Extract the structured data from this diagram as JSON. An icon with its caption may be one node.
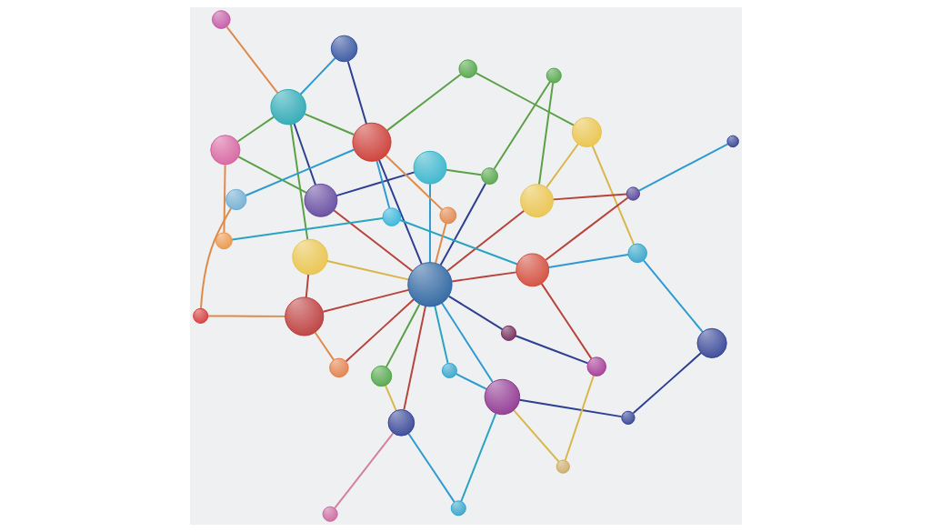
{
  "diagram": {
    "nodes": [
      {
        "text": [],
        "shape": "circle"
      },
      {
        "text": [],
        "shape": "circle"
      },
      {
        "text": [],
        "shape": "circle"
      },
      {
        "text": [],
        "shape": "circle"
      },
      {
        "text": [],
        "shape": "circle"
      },
      {
        "text": [],
        "shape": "circle"
      },
      {
        "text": [],
        "shape": "circle"
      },
      {
        "text": [],
        "shape": "circle"
      },
      {
        "text": [],
        "shape": "circle"
      },
      {
        "text": [],
        "shape": "circle"
      },
      {
        "text": [],
        "shape": "circle"
      },
      {
        "text": [],
        "shape": "circle"
      },
      {
        "text": [],
        "shape": "circle"
      },
      {
        "text": [],
        "shape": "circle"
      },
      {
        "text": [],
        "shape": "circle"
      },
      {
        "text": [],
        "shape": "circle"
      },
      {
        "text": [],
        "shape": "circle"
      },
      {
        "text": [],
        "shape": "circle"
      },
      {
        "text": [],
        "shape": "circle"
      },
      {
        "text": [],
        "shape": "circle"
      },
      {
        "text": [],
        "shape": "circle"
      },
      {
        "text": [],
        "shape": "circle"
      },
      {
        "text": [],
        "shape": "circle"
      },
      {
        "text": [],
        "shape": "circle"
      },
      {
        "text": [],
        "shape": "circle"
      },
      {
        "text": [],
        "shape": "circle"
      },
      {
        "text": [],
        "shape": "circle"
      },
      {
        "text": [],
        "shape": "circle"
      },
      {
        "text": [],
        "shape": "circle"
      },
      {
        "text": [],
        "shape": "circle"
      },
      {
        "text": [],
        "shape": "circle"
      },
      {
        "text": [],
        "shape": "circle"
      },
      {
        "text": [],
        "shape": "circle"
      },
      {
        "text": [],
        "shape": "circle"
      },
      {
        "text": [],
        "shape": "circle"
      },
      {
        "text": [],
        "shape": "circle"
      }
    ],
    "edges": [
      {
        "from": 1,
        "to": 0,
        "arrow": "none",
        "color": "#2e3f8f"
      },
      {
        "from": 1,
        "to": 2,
        "arrow": "none",
        "color": "#5aa046"
      },
      {
        "from": 1,
        "to": 3,
        "arrow": "none",
        "color": "#2e3f8f"
      },
      {
        "from": 1,
        "to": 19,
        "arrow": "none",
        "color": "#b8433a"
      },
      {
        "from": 0,
        "to": 19,
        "arrow": "none",
        "color": "#2f9ad0"
      },
      {
        "from": 0,
        "to": 9,
        "arrow": "none",
        "color": "#5aa046"
      },
      {
        "from": 9,
        "to": 19,
        "arrow": "none",
        "color": "#2e3f8f"
      },
      {
        "from": 3,
        "to": 4,
        "arrow": "none",
        "color": "#5aa046"
      },
      {
        "from": 3,
        "to": 2,
        "arrow": "none",
        "color": "#5aa046"
      },
      {
        "from": 3,
        "to": 5,
        "arrow": "none",
        "color": "#e08a4a"
      },
      {
        "from": 3,
        "to": 30,
        "arrow": "none",
        "color": "#2f9ad0"
      },
      {
        "from": 3,
        "to": 27,
        "arrow": "none",
        "color": "#5aa046"
      },
      {
        "from": 4,
        "to": 8,
        "arrow": "none",
        "color": "#b8433a"
      },
      {
        "from": 4,
        "to": 19,
        "arrow": "none",
        "color": "#d9b64a"
      },
      {
        "from": 2,
        "to": 7,
        "arrow": "none",
        "color": "#e08a4a"
      },
      {
        "from": 6,
        "to": 8,
        "arrow": "none",
        "color": "#e08a4a"
      },
      {
        "from": 8,
        "to": 19,
        "arrow": "none",
        "color": "#b8433a"
      },
      {
        "from": 10,
        "to": 11,
        "arrow": "none",
        "color": "#5aa046"
      },
      {
        "from": 10,
        "to": 27,
        "arrow": "none",
        "color": "#5aa046"
      },
      {
        "from": 11,
        "to": 12,
        "arrow": "none",
        "color": "#d9b64a"
      },
      {
        "from": 11,
        "to": 15,
        "arrow": "none",
        "color": "#d9b64a"
      },
      {
        "from": 13,
        "to": 12,
        "arrow": "none",
        "color": "#2f9ad0"
      },
      {
        "from": 13,
        "to": 16,
        "arrow": "none",
        "color": "#2e3f8f"
      },
      {
        "from": 16,
        "to": 22,
        "arrow": "none",
        "color": "#2e3f8f"
      },
      {
        "from": 12,
        "to": 20,
        "arrow": "none",
        "color": "#2f9ad0"
      },
      {
        "from": 14,
        "to": 15,
        "arrow": "none",
        "color": "#5aa046"
      },
      {
        "from": 14,
        "to": 9,
        "arrow": "none",
        "color": "#5aa046"
      },
      {
        "from": 15,
        "to": 19,
        "arrow": "none",
        "color": "#b8433a"
      },
      {
        "from": 15,
        "to": 17,
        "arrow": "none",
        "color": "#b8433a"
      },
      {
        "from": 17,
        "to": 20,
        "arrow": "none",
        "color": "#b8433a"
      },
      {
        "from": 19,
        "to": 20,
        "arrow": "none",
        "color": "#b8433a"
      },
      {
        "from": 19,
        "to": 22,
        "arrow": "none",
        "color": "#2f9ad0"
      },
      {
        "from": 19,
        "to": 21,
        "arrow": "none",
        "color": "#2aa3c0"
      },
      {
        "from": 21,
        "to": 22,
        "arrow": "none",
        "color": "#2f9ad0"
      },
      {
        "from": 22,
        "to": 23,
        "arrow": "none",
        "color": "#2aa3c0"
      },
      {
        "from": 22,
        "to": 24,
        "arrow": "none",
        "color": "#d9b64a"
      },
      {
        "from": 24,
        "to": 34,
        "arrow": "none",
        "color": "#d9b64a"
      },
      {
        "from": 20,
        "to": 34,
        "arrow": "none",
        "color": "#b8433a"
      },
      {
        "from": 19,
        "to": 31,
        "arrow": "none",
        "color": "#b8433a"
      },
      {
        "from": 19,
        "to": 26,
        "arrow": "none",
        "color": "#b8433a"
      },
      {
        "from": 19,
        "to": 27,
        "arrow": "none",
        "color": "#2e3f8f"
      },
      {
        "from": 19,
        "to": 35,
        "arrow": "none",
        "color": "#5aa046"
      },
      {
        "from": 19,
        "to": 33,
        "arrow": "none",
        "color": "#2e3f8f"
      },
      {
        "from": 31,
        "to": 35,
        "arrow": "none",
        "color": "#d9b64a"
      },
      {
        "from": 31,
        "to": 23,
        "arrow": "none",
        "color": "#2f9ad0"
      },
      {
        "from": 33,
        "to": 34,
        "arrow": "none",
        "color": "#2e3f8f"
      },
      {
        "from": 27,
        "to": 25,
        "arrow": "none",
        "color": "#2f9ad0"
      },
      {
        "from": 27,
        "to": 28,
        "arrow": "none",
        "color": "#e08a4a"
      },
      {
        "from": 27,
        "to": 30,
        "arrow": "none",
        "color": "#2e3f8f"
      },
      {
        "from": 29,
        "to": 27,
        "arrow": "none",
        "color": "#2f9ad0"
      },
      {
        "from": 29,
        "to": 6,
        "arrow": "none",
        "color": "#e08a4a"
      },
      {
        "from": 32,
        "to": 31,
        "arrow": "none",
        "color": "#d4829a"
      },
      {
        "from": 25,
        "to": 20,
        "arrow": "none",
        "color": "#2aa3c0"
      },
      {
        "from": 28,
        "to": 19,
        "arrow": "none",
        "color": "#e08a4a"
      },
      {
        "from": 18,
        "to": 17,
        "arrow": "none",
        "color": "#2f9ad0"
      },
      {
        "from": 26,
        "to": 8,
        "arrow": "none",
        "color": "#e08a4a"
      },
      {
        "from": 7,
        "to": 25,
        "arrow": "none",
        "color": "#2aa3c0"
      }
    ]
  }
}
